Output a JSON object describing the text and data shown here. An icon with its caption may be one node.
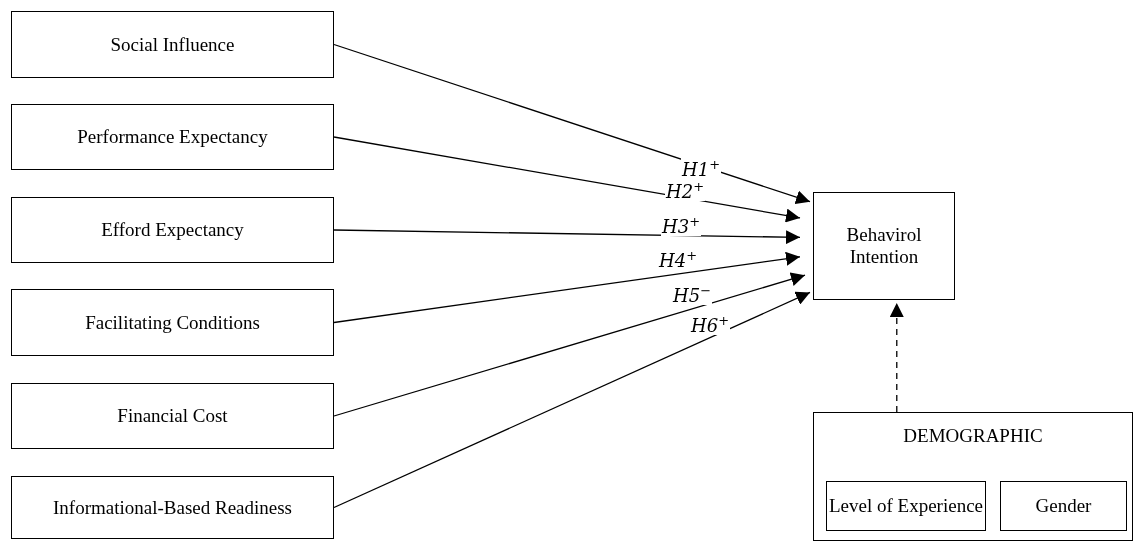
{
  "diagram": {
    "nodes": [
      {
        "text": [
          "Social Influence"
        ]
      },
      {
        "text": [
          "Performance Expectancy"
        ]
      },
      {
        "text": [
          "Efford Expectancy"
        ]
      },
      {
        "text": [
          "Facilitating Conditions"
        ]
      },
      {
        "text": [
          "Financial Cost"
        ]
      },
      {
        "text": [
          "Informational-Based Readiness"
        ]
      },
      {
        "text": [
          "Behavirol Intention"
        ]
      },
      {
        "text": [
          "DEMOGRAPHIC"
        ]
      },
      {
        "text": [
          "Level of Experience"
        ],
        "in": 7
      },
      {
        "text": [
          "Gender"
        ],
        "in": 7
      }
    ],
    "edges": [
      {
        "from": 0,
        "to": 6,
        "arrow": "to",
        "label": "H1$^{+}$"
      },
      {
        "from": 1,
        "to": 6,
        "arrow": "to",
        "label": "H2$^{+}$"
      },
      {
        "from": 2,
        "to": 6,
        "arrow": "to",
        "label": "H3$^{+}$"
      },
      {
        "from": 3,
        "to": 6,
        "arrow": "to",
        "label": "H4$^{+}$"
      },
      {
        "from": 4,
        "to": 6,
        "arrow": "to",
        "label": "H5$^{−}$"
      },
      {
        "from": 5,
        "to": 6,
        "arrow": "to",
        "label": "H6$^{+}$"
      },
      {
        "from": 7,
        "to": 6,
        "arrow": "to",
        "style": "dashed"
      }
    ]
  }
}
